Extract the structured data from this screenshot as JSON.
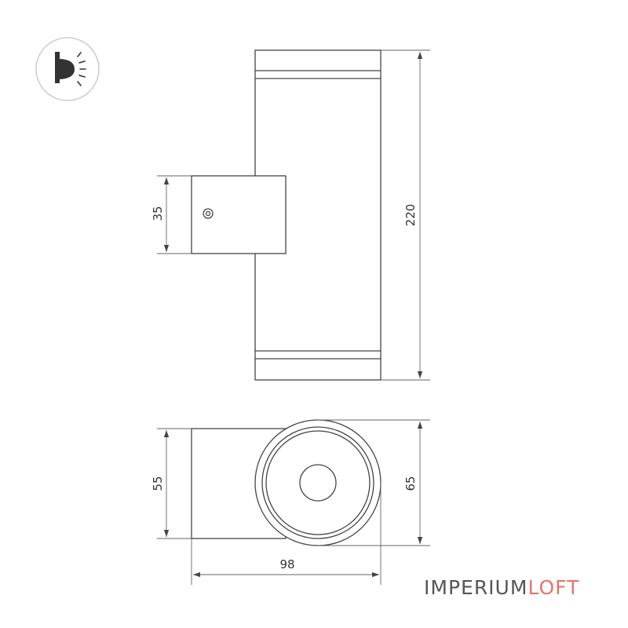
{
  "colors": {
    "line": "#444444",
    "dim_line": "#666666",
    "icon_circle": "#cccccc",
    "brand_primary": "#555555",
    "brand_accent": "#e8736c"
  },
  "icon": {
    "name": "wall-light-up-down-icon"
  },
  "dimensions": {
    "mount_height": "35",
    "total_height": "220",
    "mount_depth": "55",
    "diameter": "65",
    "total_width": "98"
  },
  "brand": {
    "primary": "IMPERIUM",
    "accent": "LOFT"
  }
}
